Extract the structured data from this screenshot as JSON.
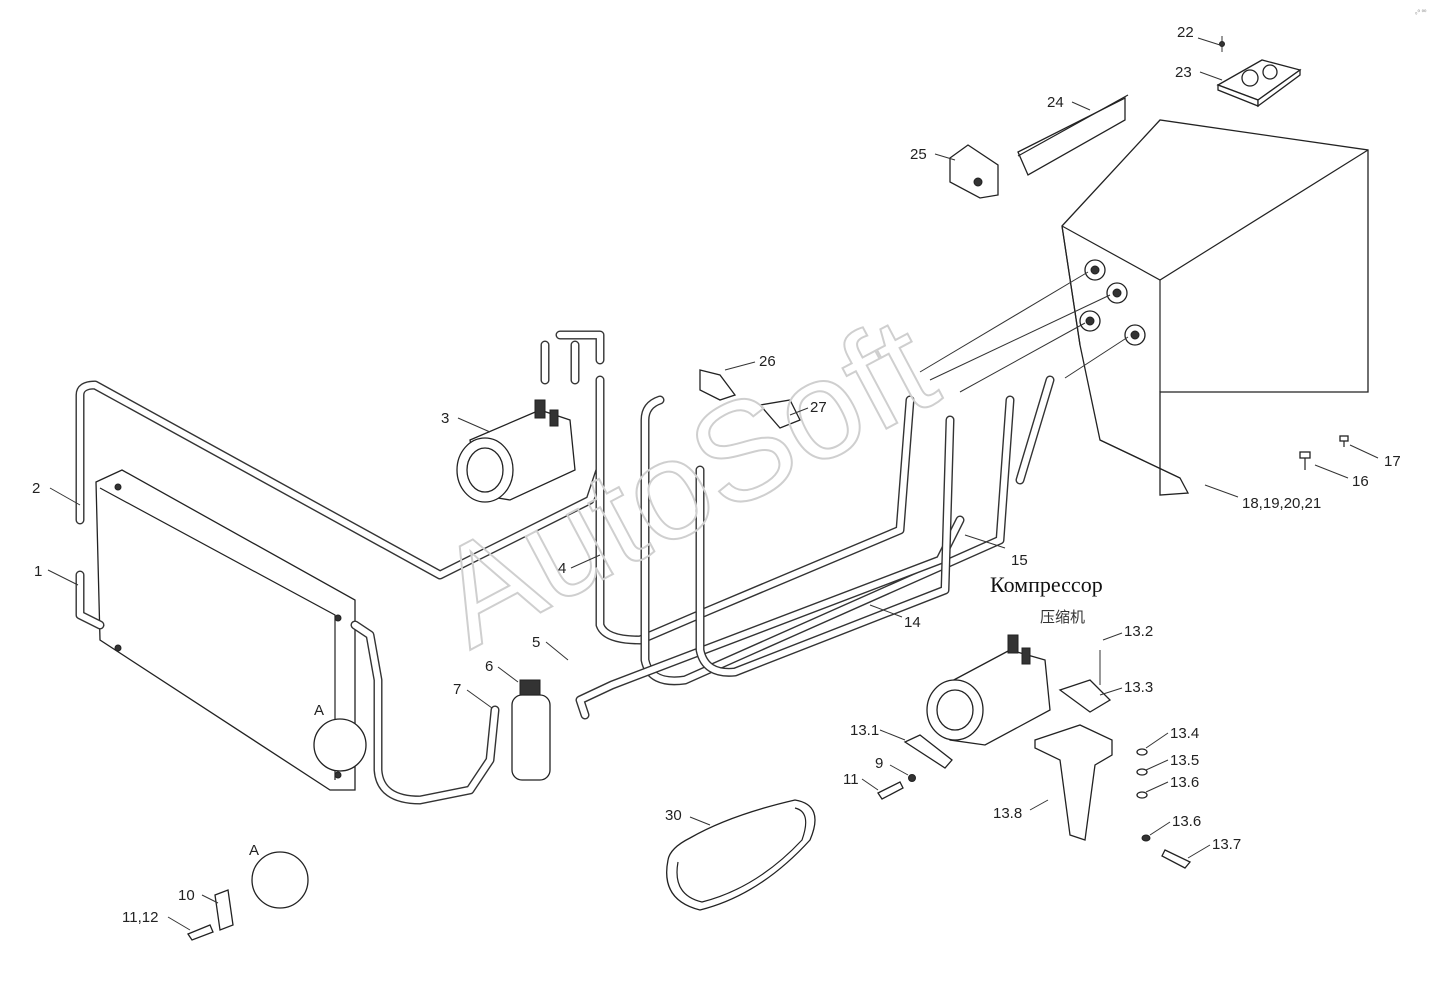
{
  "title": {
    "ru": "Компрессор",
    "cn": "压缩机"
  },
  "watermark": "AutoSoft",
  "corner_mark": "₀⁰ ⁰⁰",
  "callouts": {
    "c1": "1",
    "c2": "2",
    "c3": "3",
    "c4": "4",
    "c5": "5",
    "c6": "6",
    "c7": "7",
    "c9": "9",
    "c10": "10",
    "c11": "11",
    "c11_12": "11,12",
    "c13_1": "13.1",
    "c13_2": "13.2",
    "c13_3": "13.3",
    "c13_4": "13.4",
    "c13_5": "13.5",
    "c13_6a": "13.6",
    "c13_6b": "13.6",
    "c13_7": "13.7",
    "c13_8": "13.8",
    "c14": "14",
    "c15": "15",
    "c16": "16",
    "c17": "17",
    "c18_21": "18,19,20,21",
    "c22": "22",
    "c23": "23",
    "c24": "24",
    "c25": "25",
    "c26": "26",
    "c27": "27",
    "c30": "30",
    "detail_a1": "A",
    "detail_a2": "A"
  },
  "colors": {
    "line": "#222222",
    "background": "#ffffff",
    "watermark": "#cfcfcf"
  }
}
